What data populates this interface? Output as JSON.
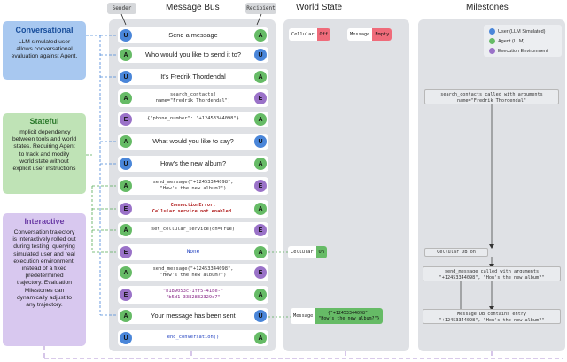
{
  "headers": {
    "sender": "Sender",
    "recipient": "Recipient",
    "message_bus": "Message Bus",
    "world_state": "World State",
    "milestones": "Milestones"
  },
  "descriptions": [
    {
      "title": "Conversational",
      "body": "LLM simulated user\nallows conversational\nevaluation against Agent."
    },
    {
      "title": "Stateful",
      "body": "Implicit dependency\nbetween tools and world\nstates. Requiring Agent\nto track and modify\nworld state without\nexplicit user instructions"
    },
    {
      "title": "Interactive",
      "body": "Conversation trajectory\nis interactively rolled out\nduring testing, querying\nsimulated user and real\nexecution environment,\ninstead of a fixed\npredetermined\ntrajectory. Evaluation\nMilestones can\ndynamically adjust to\nany trajectory."
    }
  ],
  "messages": [
    {
      "sender": "U",
      "recipient": "A",
      "text": "Send a message",
      "style": "plain"
    },
    {
      "sender": "A",
      "recipient": "U",
      "text": "Who would you like to send it to?",
      "style": "plain"
    },
    {
      "sender": "U",
      "recipient": "A",
      "text": "It's Fredrik Thordendal",
      "style": "plain"
    },
    {
      "sender": "A",
      "recipient": "E",
      "text": "search_contacts(\nname=\"Fredrik Thordendal\")",
      "style": "code"
    },
    {
      "sender": "E",
      "recipient": "A",
      "text": "{\"phone_number\": \"+12453344098\"}",
      "style": "code"
    },
    {
      "sender": "A",
      "recipient": "U",
      "text": "What would you like to say?",
      "style": "plain"
    },
    {
      "sender": "U",
      "recipient": "A",
      "text": "How's the new album?",
      "style": "plain"
    },
    {
      "sender": "A",
      "recipient": "E",
      "text": "send_message(\"+12453344098\",\n\"How's the new album?\")",
      "style": "code"
    },
    {
      "sender": "E",
      "recipient": "A",
      "text": "ConnectionError:\nCellular service not enabled.",
      "style": "red"
    },
    {
      "sender": "A",
      "recipient": "E",
      "text": "set_cellular_service(on=True)",
      "style": "code"
    },
    {
      "sender": "E",
      "recipient": "A",
      "text": "None",
      "style": "blue"
    },
    {
      "sender": "A",
      "recipient": "E",
      "text": "send_message(\"+12453344098\",\n\"How's the new album?\")",
      "style": "code"
    },
    {
      "sender": "E",
      "recipient": "A",
      "text": "\"b189053c-1ff5-41be-\"\n\"b5d1-3382832329e7\"",
      "style": "purple"
    },
    {
      "sender": "A",
      "recipient": "U",
      "text": "Your message has been sent",
      "style": "plain"
    },
    {
      "sender": "U",
      "recipient": "A",
      "text": "end_conversation()",
      "style": "code"
    }
  ],
  "world_state": {
    "cellular_initial": {
      "key": "Cellular",
      "value": "Off",
      "color": "#ef6b7a"
    },
    "message_initial": {
      "key": "Message",
      "value": "Empty",
      "color": "#ef6b7a"
    },
    "cellular_updated": {
      "key": "Cellular",
      "value": "On",
      "color": "#66bb66"
    },
    "message_updated": {
      "key": "Message",
      "value": "{\"+12453344098\":\n\"How's the new album?\"}",
      "color": "#66bb66"
    }
  },
  "legend": [
    {
      "label": "User (LLM Simulated)",
      "color": "#4a86d9"
    },
    {
      "label": "Agent (LLM)",
      "color": "#66bb66"
    },
    {
      "label": "Execution Environment",
      "color": "#9a72c8"
    }
  ],
  "milestones": [
    {
      "text": "search_contacts called with arguments\nname=\"Fredrik Thordendal\""
    },
    {
      "text": "Cellular DB on"
    },
    {
      "text": "send_message called with arguments\n\"+12453344098\", \"How's the new album?\""
    },
    {
      "text": "Message DB contains entry\n\"+12453344098\", \"How's the new album?\""
    }
  ],
  "colors": {
    "user": "#4a86d9",
    "agent": "#66bb66",
    "env": "#9a72c8",
    "conversational_bg": "#a8c8f0",
    "stateful_bg": "#bfe3b6",
    "interactive_bg": "#d8c8ef"
  }
}
